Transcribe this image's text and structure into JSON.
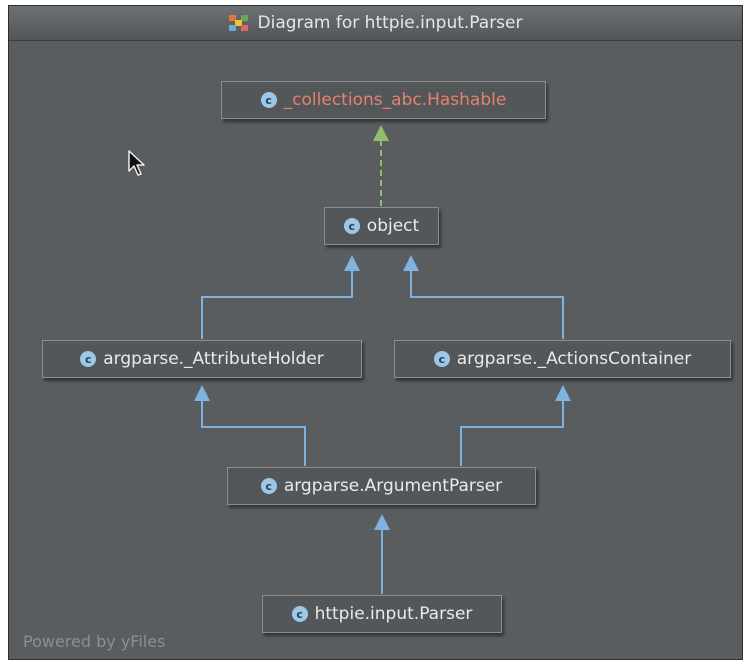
{
  "window": {
    "title": "Diagram for httpie.input.Parser"
  },
  "nodes": {
    "hashable": "_collections_abc.Hashable",
    "object": "object",
    "attribute_holder": "argparse._AttributeHolder",
    "actions_container": "argparse._ActionsContainer",
    "argument_parser": "argparse.ArgumentParser",
    "httpie_parser": "httpie.input.Parser"
  },
  "class_icon_glyph": "c",
  "footer": {
    "powered_by": "Powered by yFiles"
  },
  "colors": {
    "background": "#5a5d60",
    "node_fill": "#54575a",
    "node_border": "#8b8e90",
    "inheritance_edge": "#7fb2e0",
    "implements_edge": "#8fbf6a",
    "external_class_text": "#e6806e",
    "class_icon": "#9cc7e6"
  },
  "icons": {
    "class": "class-icon",
    "diagram": "diagram-icon",
    "cursor": "mouse-cursor-icon"
  }
}
